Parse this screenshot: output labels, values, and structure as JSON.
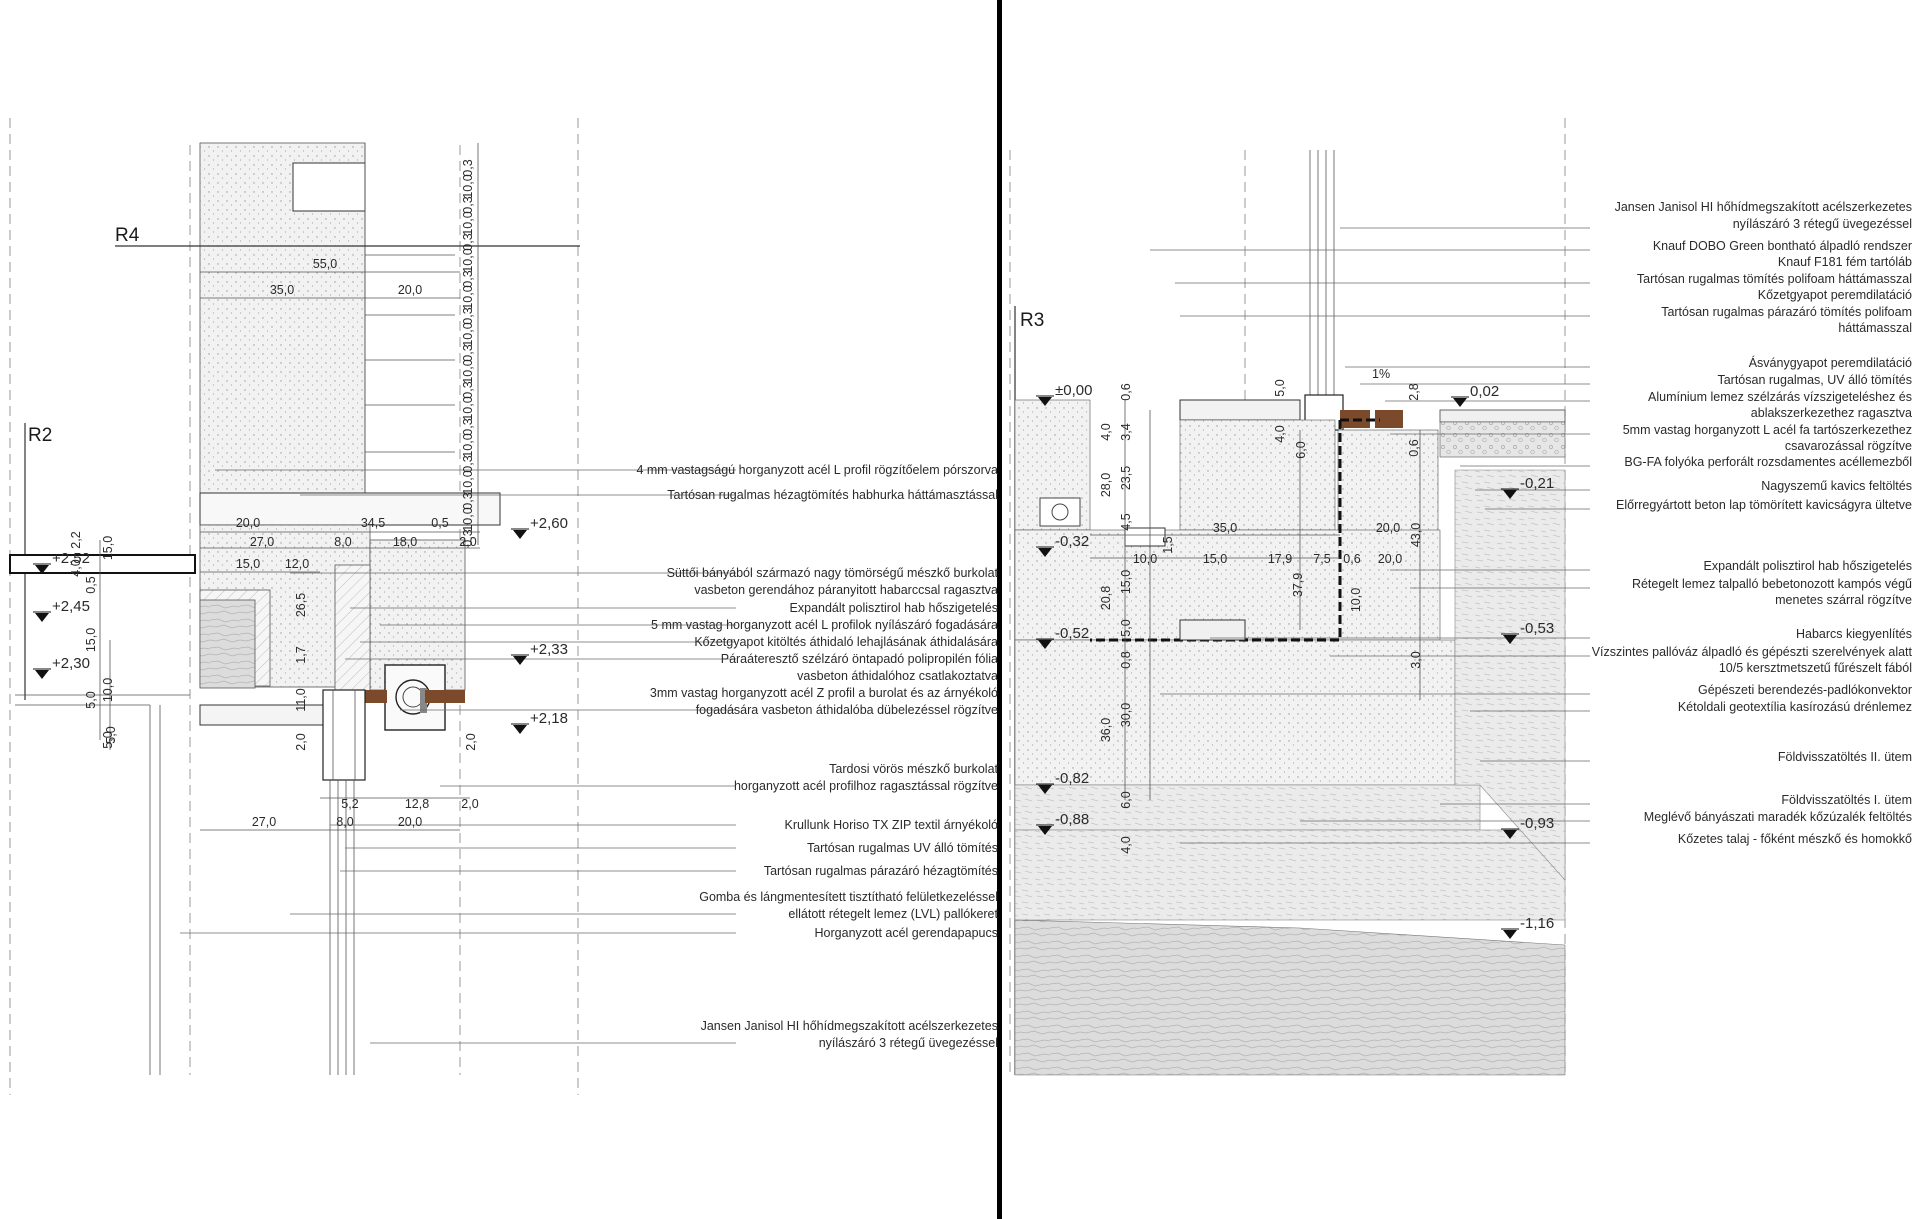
{
  "references": {
    "left": [
      {
        "id": "r4",
        "label": "R4"
      },
      {
        "id": "r2",
        "label": "R2"
      }
    ],
    "right": [
      {
        "id": "r3",
        "label": "R3"
      }
    ]
  },
  "left_levels": [
    "+2,52",
    "+2,45",
    "+2,30",
    "+2,60",
    "+2,33",
    "+2,18"
  ],
  "right_levels": [
    "±0,00",
    "-0,32",
    "-0,52",
    "-0,82",
    "-0,88",
    "0,02",
    "-0,21",
    "-0,53",
    "-0,93",
    "-1,16"
  ],
  "slope": "1%",
  "left_dimensions": {
    "vertical_stack": [
      "0,3",
      "10,0",
      "0,3",
      "10,0",
      "0,3",
      "10,0",
      "0,3",
      "10,0",
      "0,3",
      "10,0",
      "0,3",
      "10,0",
      "0,3",
      "10,0",
      "0,3",
      "10,0",
      "0,3",
      "10,0",
      "0,3",
      "10,0",
      "0,3"
    ],
    "horizontal": [
      "55,0",
      "35,0",
      "20,0",
      "20,0",
      "34,5",
      "0,5",
      "27,0",
      "8,0",
      "18,0",
      "2,0",
      "15,0",
      "12,0",
      "5,2",
      "12,8",
      "2,0",
      "27,0",
      "8,0",
      "20,0"
    ],
    "vertical_misc": [
      "26,5",
      "1,7",
      "11,0",
      "2,0",
      "2,0",
      "2,2",
      "4,0",
      "0,5",
      "15,0",
      "15,0",
      "5,0",
      "10,0",
      "5,0",
      "5,0"
    ]
  },
  "right_dimensions": {
    "horizontal": [
      "35,0",
      "20,0",
      "10,0",
      "15,0",
      "17,9",
      "7,5",
      "0,6",
      "20,0"
    ],
    "vertical": [
      "0,6",
      "4,0",
      "3,4",
      "28,0",
      "23,5",
      "4,5",
      "1,5",
      "20,8",
      "15,0",
      "5,0",
      "0,8",
      "36,0",
      "30,0",
      "6,0",
      "4,0",
      "5,0",
      "4,0",
      "6,0",
      "37,9",
      "10,0",
      "43,0",
      "3,0",
      "2,8",
      "0,6"
    ]
  },
  "left_annotations": [
    "4 mm vastagságú horganyzott acél L profil rögzítőelem pórszorva",
    "Tartósan rugalmas hézagtömítés habhurka háttámasztással",
    "Süttői bányából származó nagy tömörségű mészkő burkolat",
    "vasbeton gerendához páranyitott habarccsal ragasztva",
    "Expandált polisztirol hab  hőszigetelés",
    "5 mm vastag horganyzott acél L profilok nyílászáró fogadására",
    "Kőzetgyapot kitöltés áthidaló lehajlásának áthidalására",
    "Páraáteresztő szélzáró öntapadó polipropilén fólia",
    "vasbeton áthidalóhoz csatlakoztatva",
    "3mm vastag horganyzott acél Z profil a burolat és az árnyékoló",
    "fogadására vasbeton áthidalóba dübelezéssel rögzítve",
    "Tardosi vörös mészkő burkolat",
    "horganyzott acél profilhoz ragasztással rögzítve",
    "Krullunk Horiso TX ZIP textil árnyékoló",
    "Tartósan rugalmas UV álló tömítés",
    "Tartósan rugalmas párazáró hézagtömítés",
    "Gomba és lángmentesített tisztítható felületkezeléssel",
    "ellátott rétegelt lemez (LVL) pallókeret",
    "Horganyzott acél gerendapapucs",
    "Jansen Janisol HI hőhídmegszakított acélszerkezetes",
    "nyílászáró 3 rétegű üvegezéssel"
  ],
  "right_annotations": [
    "Jansen Janisol HI hőhídmegszakított acélszerkezetes",
    "nyílászáró 3 rétegű üvegezéssel",
    "Knauf DOBO Green bontható álpadló rendszer",
    "Knauf F181 fém tartóláb",
    "Tartósan rugalmas tömítés polifoam háttámasszal",
    "Kőzetgyapot peremdilatáció",
    "Tartósan rugalmas párazáró tömítés polifoam",
    "háttámasszal",
    "Ásványgyapot peremdilatáció",
    "Tartósan rugalmas, UV álló tömítés",
    "Alumínium lemez szélzárás vízszigeteléshez és",
    "ablakszerkezethez ragasztva",
    "5mm vastag horganyzott L acél fa tartószerkezethez",
    "csavarozással rögzítve",
    "BG-FA folyóka perforált rozsdamentes acéllemezből",
    "Nagyszemű kavics feltöltés",
    "Előrregyártott beton lap tömörített kavicságyra ültetve",
    "Expandált polisztirol hab hőszigetelés",
    "Rétegelt lemez talpalló bebetonozott kampós végű",
    "menetes szárral rögzítve",
    "Habarcs kiegyenlítés",
    "Vízszintes pallóváz álpadló és gépészti szerelvények alatt",
    "10/5 kersztmetszetű fűrészelt fából",
    "Gépészeti berendezés-padlókonvektor",
    "Kétoldali geotextília kasírozású drénlemez",
    "Földvisszatöltés II. ütem",
    "Földvisszatöltés I. ütem",
    "Meglévő bányászati maradék kőzúzalék feltöltés",
    "Kőzetes talaj - főként mészkő és homokkő"
  ],
  "colors": {
    "background": "#ffffff",
    "line": "#333333",
    "divider": "#000000",
    "timber": "#7b4a2a",
    "stone": "#ededed",
    "gravel": "#e4e4e4",
    "rock": "#d0d0d0"
  }
}
